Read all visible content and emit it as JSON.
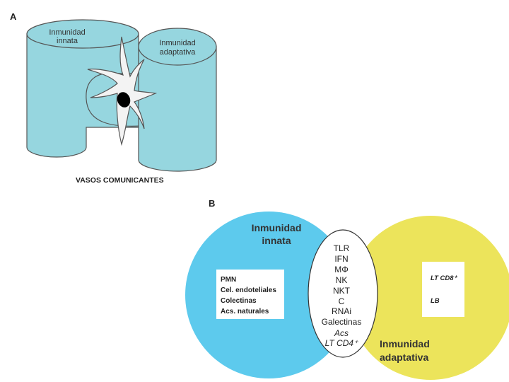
{
  "panel_a": {
    "label": "A",
    "left_cylinder": {
      "line1": "Inmunidad",
      "line2": "innata"
    },
    "right_cylinder": {
      "line1": "Inmunidad",
      "line2": "adaptativa"
    },
    "caption": "VASOS COMUNICANTES",
    "colors": {
      "cylinder": "#96d6df",
      "cell": "#f3f3f3",
      "nucleus": "#000000"
    }
  },
  "panel_b": {
    "label": "B",
    "innate": {
      "title_line1": "Inmunidad",
      "title_line2": "innata",
      "items": [
        "PMN",
        "Cel. endoteliales",
        "Colectinas",
        "Acs. naturales"
      ]
    },
    "adaptive": {
      "title_line1": "Inmunidad",
      "title_line2": "adaptativa",
      "items_italic": [
        "LT CD8⁺",
        "LB"
      ]
    },
    "shared": {
      "items": [
        "TLR",
        "IFN",
        "MΦ",
        "NK",
        "NKT",
        "C",
        "RNAi",
        "Galectinas"
      ],
      "italic_items": [
        "Acs",
        "LT CD4⁺"
      ]
    },
    "colors": {
      "innate": "#5dcaed",
      "adaptive": "#ece45b",
      "overlap": "#ffffff"
    }
  }
}
